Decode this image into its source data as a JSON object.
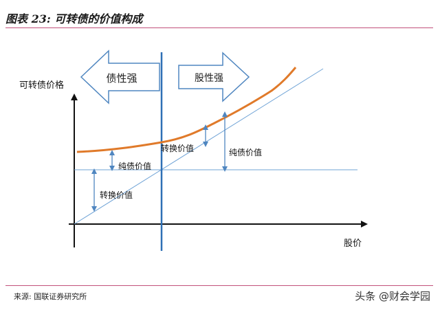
{
  "title": "图表 23:  可转债的价值构成",
  "source": "来源:  国联证券研究所",
  "watermark": "头条 @财会学园",
  "diagram": {
    "y_axis_label": "可转债价格",
    "x_axis_label": "股价",
    "bond_strong_label": "债性强",
    "equity_strong_label": "股性强",
    "conversion_value_label_mid": "转换价值",
    "bond_value_label_left": "纯债价值",
    "conversion_value_label_left": "转换价值",
    "bond_value_label_right": "纯债价值"
  },
  "colors": {
    "price_curve": "#e07a2a",
    "lines": "#6fa3d6",
    "divider": "#2e6fb5",
    "arrow_outline": "#4f86c0",
    "axis": "#111111",
    "rule": "#c2507a"
  }
}
